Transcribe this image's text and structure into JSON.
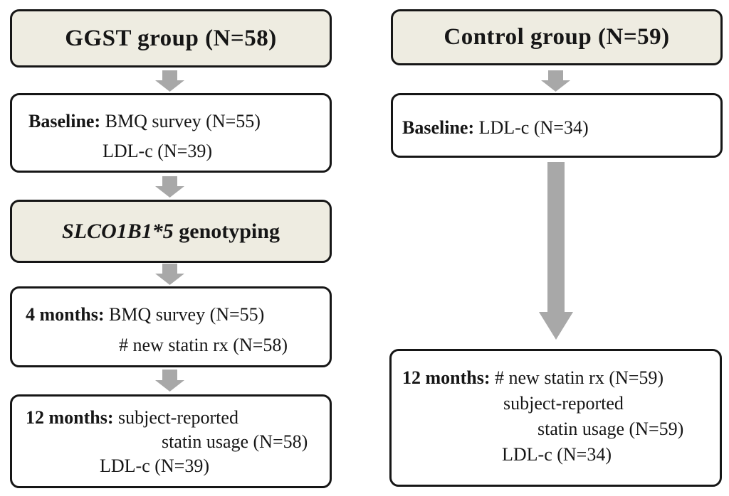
{
  "colors": {
    "header_fill": "#EEECE1",
    "box_fill": "#FFFFFF",
    "border": "#161616",
    "arrow_gray": "#A8A8A8",
    "background": "#FFFFFF"
  },
  "icons": {
    "down_arrow": "down-arrow"
  },
  "left_column": {
    "header": "GGST group (N=58)",
    "baseline_box": {
      "line1_bold": "Baseline:",
      "line1_text": " BMQ survey (N=55)",
      "line2_text": "LDL-c (N=39)"
    },
    "genotyping_box": {
      "gene_italic": "SLCO1B1*5",
      "rest_bold": " genotyping"
    },
    "four_months_box": {
      "line1_bold": "4 months:",
      "line1_text": " BMQ survey (N=55)",
      "line2_text": "# new statin rx (N=58)"
    },
    "twelve_months_box": {
      "line1_bold": "12 months:",
      "line1_text": " subject-reported",
      "line2_text": "statin usage (N=58)",
      "line3_text": "LDL-c (N=39)"
    }
  },
  "right_column": {
    "header": "Control group (N=59)",
    "baseline_box": {
      "line1_bold": "Baseline:",
      "line1_text": " LDL-c (N=34)"
    },
    "twelve_months_box": {
      "line1_bold": "12 months:",
      "line1_text": " # new statin rx (N=59)",
      "line2_text": "subject-reported",
      "line3_text": "statin usage (N=59)",
      "line4_text": "LDL-c (N=34)"
    }
  }
}
